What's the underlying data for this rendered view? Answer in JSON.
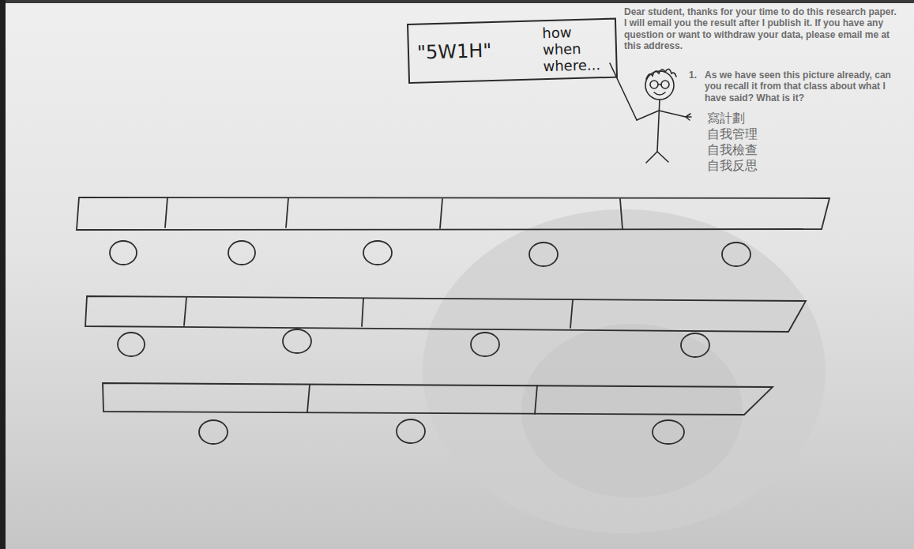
{
  "diagram": {
    "nodes": [
      {
        "text": [
          "\"5W1H\"",
          "how when where..."
        ]
      }
    ],
    "labels": [
      "Dear student, thanks for your time to do this research paper. I will email you the result after I publish it. If you have any question or want to withdraw your data, please email me at this address.",
      "1.",
      "As we have seen this picture already, can you recall it from that class about what I have said? What is it?",
      "寫計劃",
      "自我管理",
      "自我檢查",
      "自我反思"
    ]
  }
}
